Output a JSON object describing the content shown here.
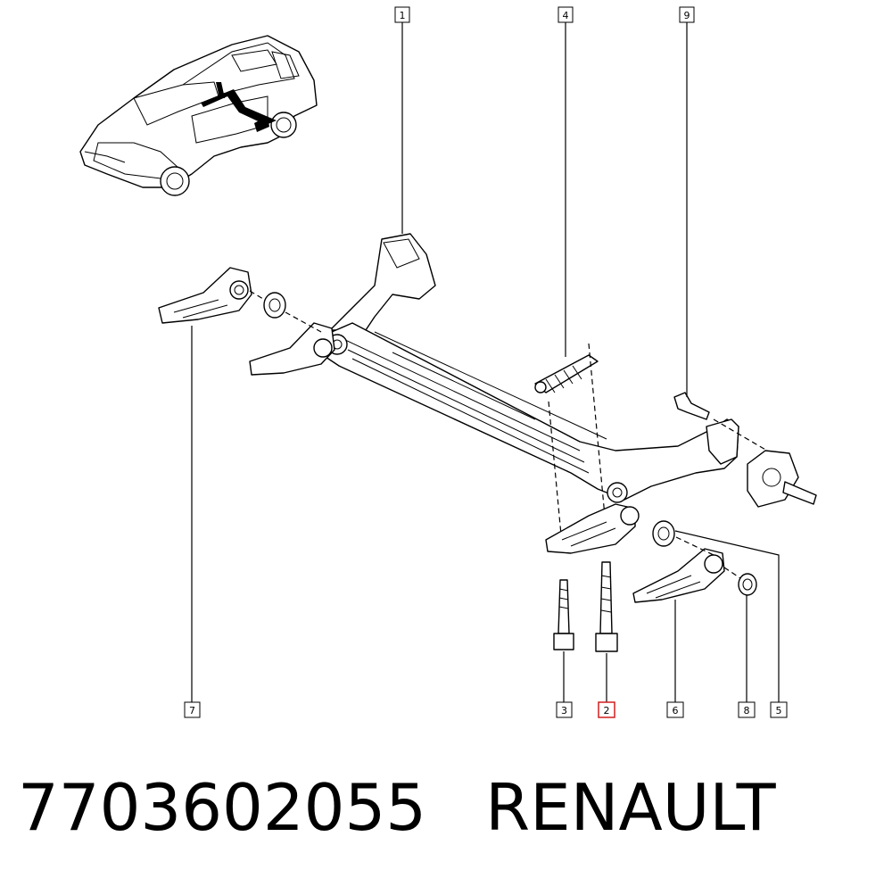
{
  "callouts": [
    {
      "id": "1",
      "label": "1",
      "highlighted": false
    },
    {
      "id": "4",
      "label": "4",
      "highlighted": false
    },
    {
      "id": "9",
      "label": "9",
      "highlighted": false
    },
    {
      "id": "7",
      "label": "7",
      "highlighted": false
    },
    {
      "id": "3",
      "label": "3",
      "highlighted": false
    },
    {
      "id": "2",
      "label": "2",
      "highlighted": true
    },
    {
      "id": "6",
      "label": "6",
      "highlighted": false
    },
    {
      "id": "8",
      "label": "8",
      "highlighted": false
    },
    {
      "id": "5",
      "label": "5",
      "highlighted": false
    }
  ],
  "footer": {
    "part_number": "7703602055",
    "brand": "RENAULT"
  },
  "colors": {
    "line": "#000000",
    "highlight": "#d21e1e",
    "background": "#ffffff"
  }
}
